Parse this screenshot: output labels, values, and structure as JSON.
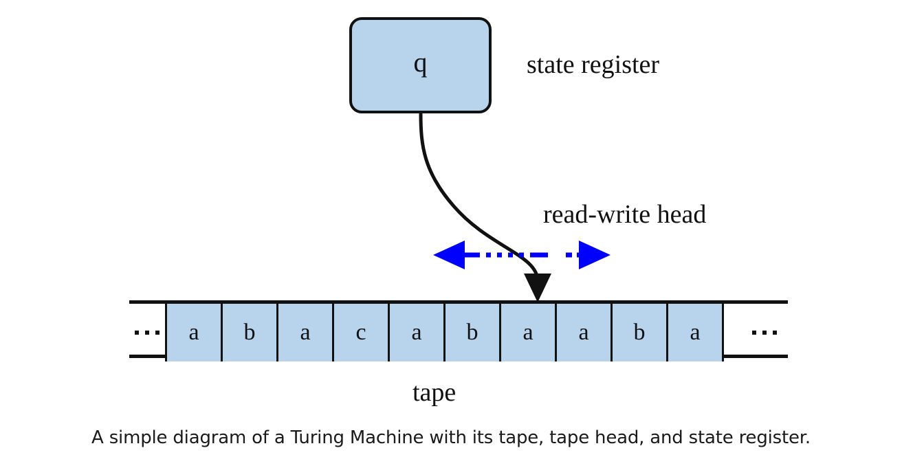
{
  "diagram": {
    "state_register": {
      "value": "q",
      "label": "state register"
    },
    "head": {
      "label": "read-write head",
      "direction_arrow": "left-right-double-arrow",
      "arrow_color": "#0000ff",
      "points_at_cell_index": 6
    },
    "tape": {
      "label": "tape",
      "ellipsis_left": "...",
      "ellipsis_right": "...",
      "cell_fill_color": "#b8d3ec",
      "border_color": "#111111",
      "cells": [
        {
          "symbol": "a"
        },
        {
          "symbol": "b"
        },
        {
          "symbol": "a"
        },
        {
          "symbol": "c"
        },
        {
          "symbol": "a"
        },
        {
          "symbol": "b"
        },
        {
          "symbol": "a"
        },
        {
          "symbol": "a"
        },
        {
          "symbol": "b"
        },
        {
          "symbol": "a"
        }
      ]
    },
    "connector": {
      "name": "state-to-head-curve",
      "color": "#111111"
    }
  },
  "caption": {
    "text": "A simple diagram of a Turing Machine with its tape, tape head, and state register."
  }
}
